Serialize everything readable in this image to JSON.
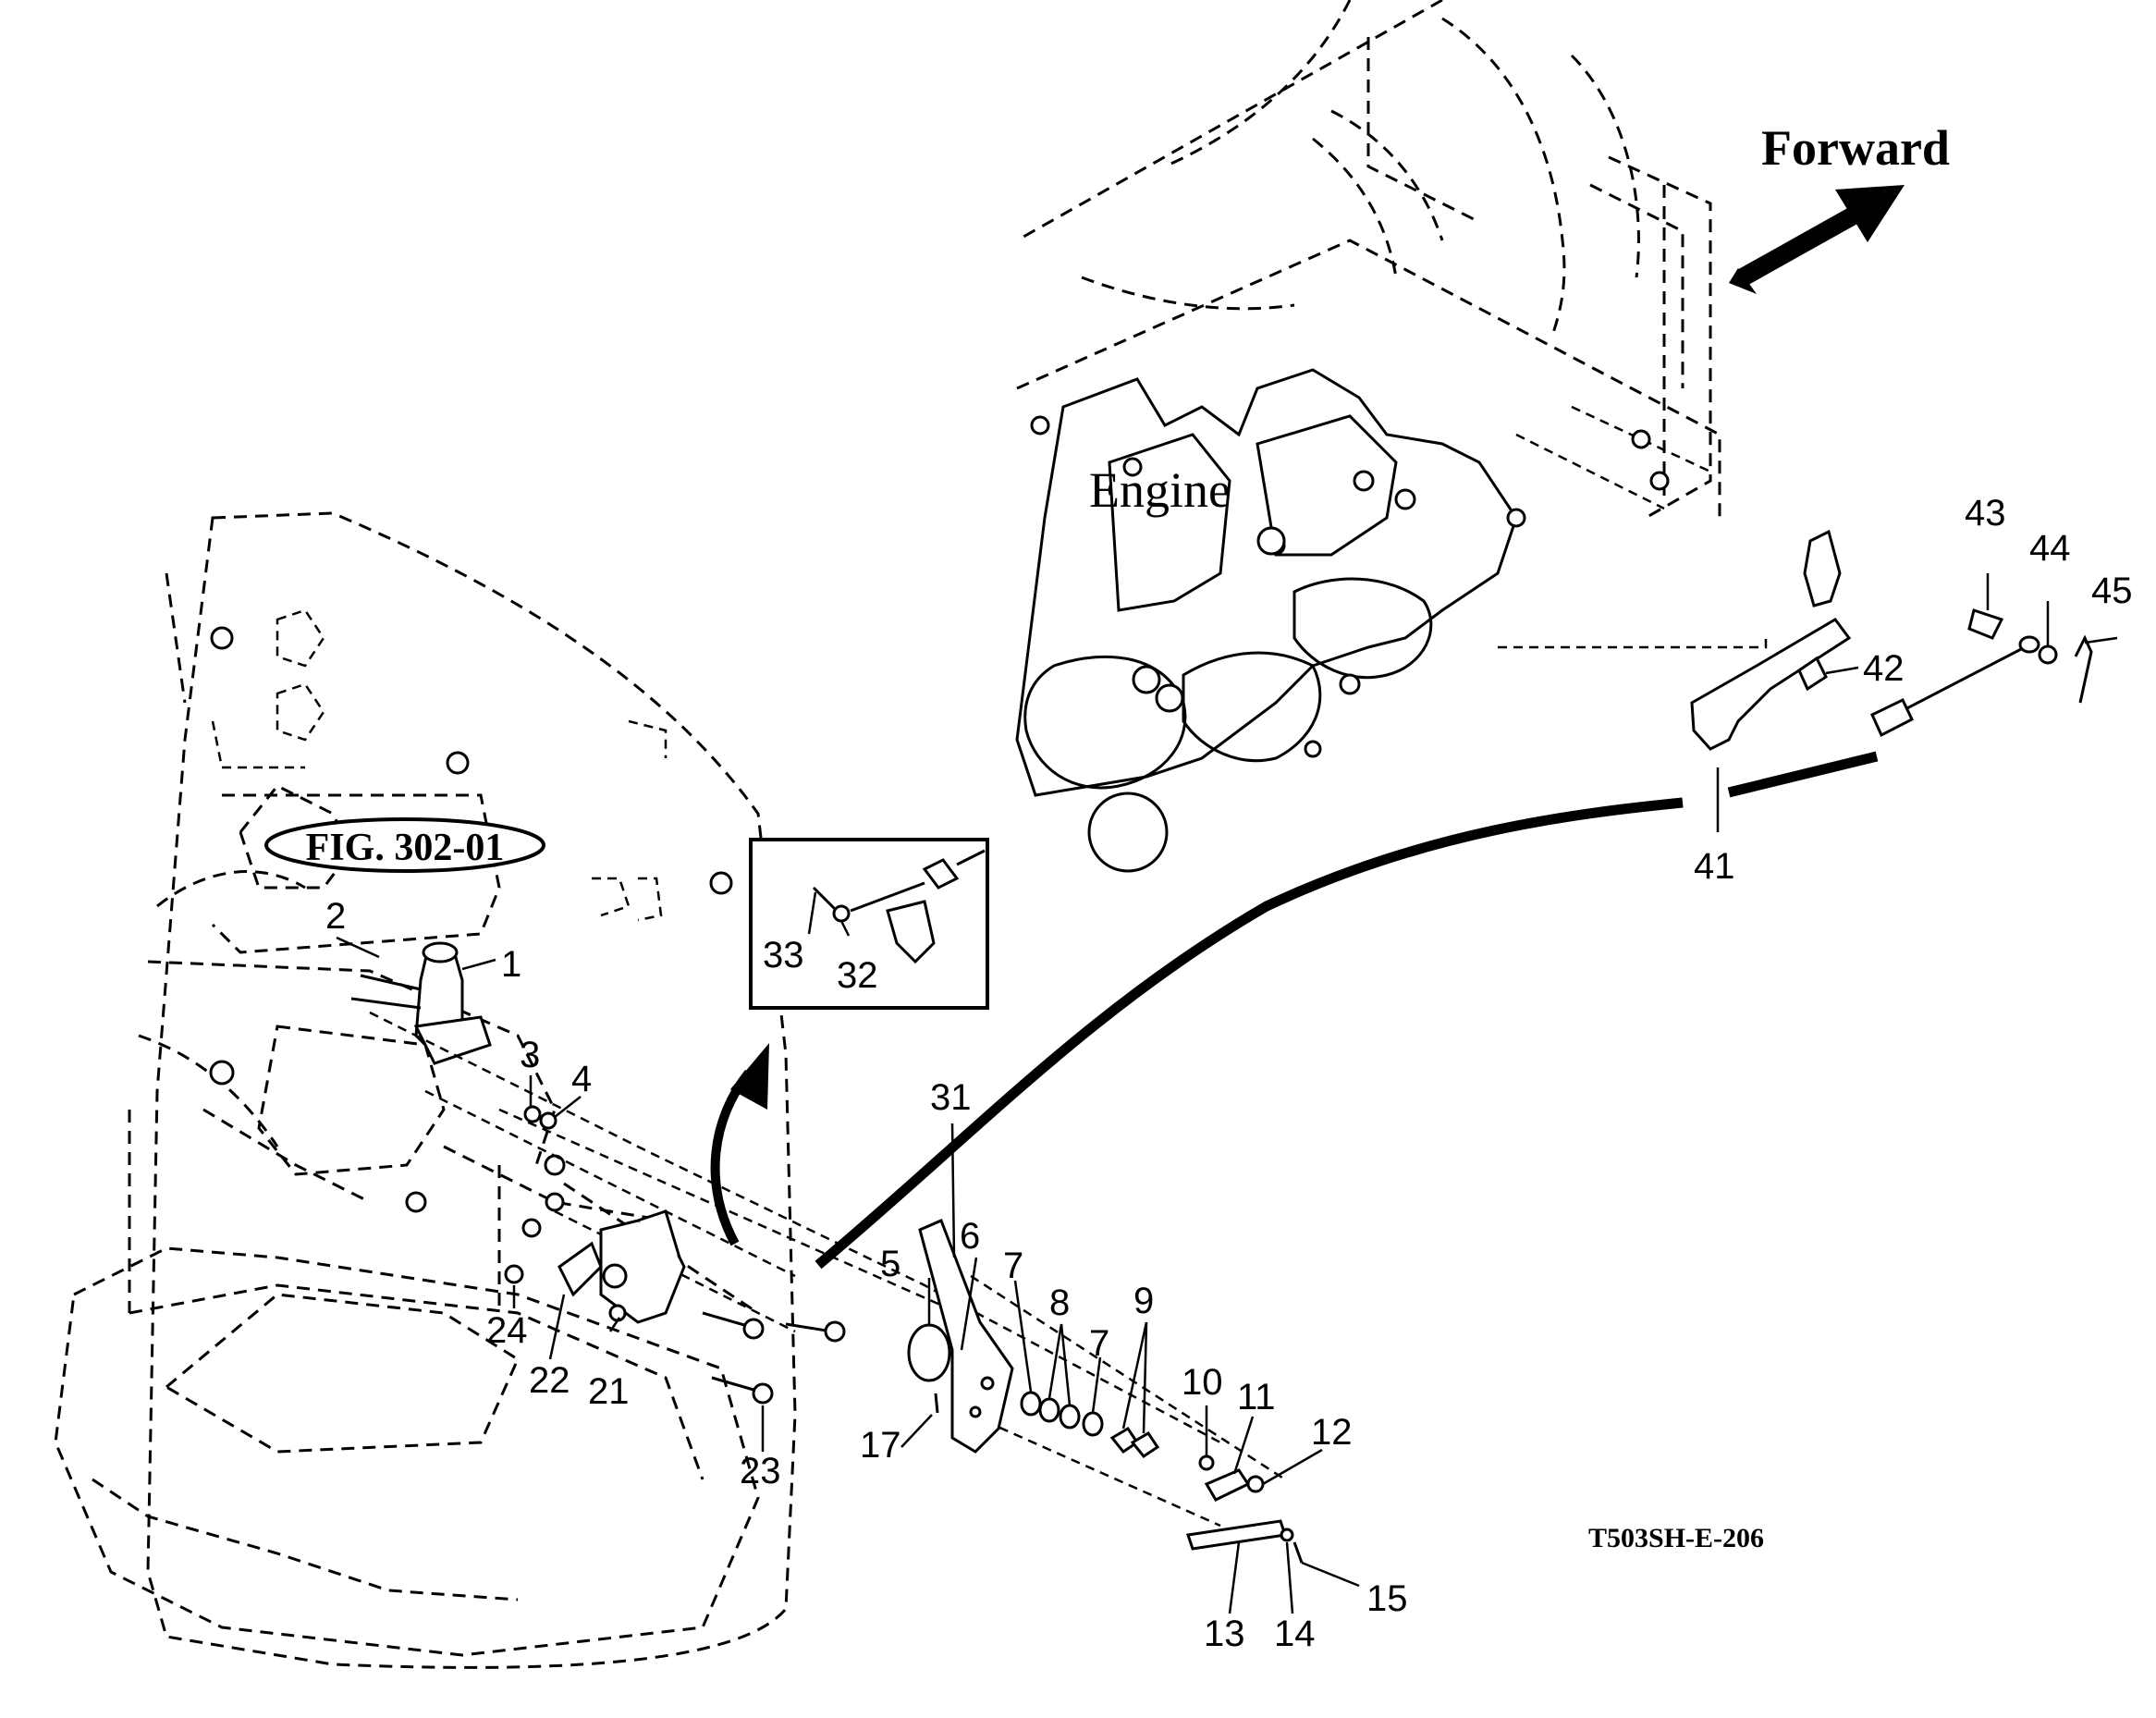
{
  "figure": {
    "direction_label": "Forward",
    "engine_label": "Engine",
    "figure_reference": "FIG. 302-01",
    "drawing_code": "T503SH-E-206"
  },
  "callouts": [
    {
      "id": "c1",
      "text": "1"
    },
    {
      "id": "c2",
      "text": "2"
    },
    {
      "id": "c3",
      "text": "3"
    },
    {
      "id": "c4",
      "text": "4"
    },
    {
      "id": "c5",
      "text": "5"
    },
    {
      "id": "c6",
      "text": "6"
    },
    {
      "id": "c7a",
      "text": "7"
    },
    {
      "id": "c7b",
      "text": "7"
    },
    {
      "id": "c8",
      "text": "8"
    },
    {
      "id": "c9",
      "text": "9"
    },
    {
      "id": "c10",
      "text": "10"
    },
    {
      "id": "c11",
      "text": "11"
    },
    {
      "id": "c12",
      "text": "12"
    },
    {
      "id": "c13",
      "text": "13"
    },
    {
      "id": "c14",
      "text": "14"
    },
    {
      "id": "c15",
      "text": "15"
    },
    {
      "id": "c17",
      "text": "17"
    },
    {
      "id": "c21",
      "text": "21"
    },
    {
      "id": "c22",
      "text": "22"
    },
    {
      "id": "c23",
      "text": "23"
    },
    {
      "id": "c24",
      "text": "24"
    },
    {
      "id": "c31",
      "text": "31"
    },
    {
      "id": "c32",
      "text": "32"
    },
    {
      "id": "c33",
      "text": "33"
    },
    {
      "id": "c41",
      "text": "41"
    },
    {
      "id": "c42",
      "text": "42"
    },
    {
      "id": "c43",
      "text": "43"
    },
    {
      "id": "c44",
      "text": "44"
    },
    {
      "id": "c45",
      "text": "45"
    }
  ]
}
